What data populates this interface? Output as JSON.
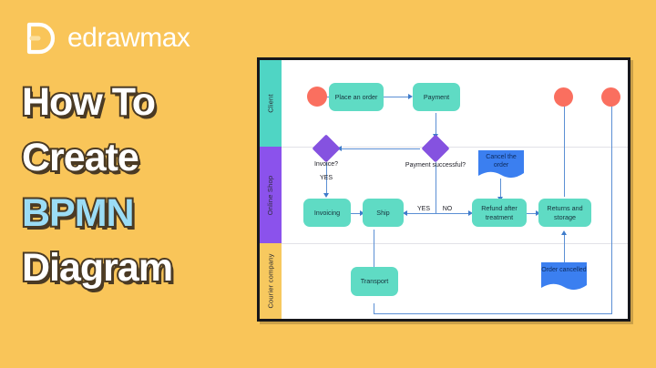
{
  "brand": {
    "name": "edrawmax",
    "logo_icon": "edraw-d-logo-icon",
    "logo_color": "#ffffff"
  },
  "title": {
    "line1": "How To",
    "line2": "Create",
    "line3": "BPMN",
    "line4": "Diagram",
    "accent_color": "#9bdcf5",
    "outline_color": "#4a3a24",
    "background_color": "#f9c559"
  },
  "diagram": {
    "type": "bpmn-swimlane-flowchart",
    "canvas_background": "#ffffff",
    "lanes": [
      {
        "label": "Client",
        "color": "#4fd5c4"
      },
      {
        "label": "Online Shop",
        "color": "#8b52ec"
      },
      {
        "label": "Courier company",
        "color": "#f6c košik"
      }
    ],
    "lane_labels": [
      "Client",
      "Online Shop",
      "Courier company"
    ],
    "lane_colors": [
      "#4fd5c4",
      "#8b52ec",
      "#f7c95f"
    ],
    "nodes": [
      {
        "id": "start",
        "type": "start-event",
        "label": "",
        "lane": "Client",
        "color": "#fa6f5f"
      },
      {
        "id": "place_order",
        "type": "task",
        "label": "Place an order",
        "lane": "Client",
        "color": "#5fdbc4"
      },
      {
        "id": "payment",
        "type": "task",
        "label": "Payment",
        "lane": "Client",
        "color": "#5fdbc4"
      },
      {
        "id": "end1",
        "type": "end-event",
        "label": "",
        "lane": "Client",
        "color": "#fa6f5f"
      },
      {
        "id": "end2",
        "type": "end-event",
        "label": "",
        "lane": "Client",
        "color": "#fa6f5f"
      },
      {
        "id": "gw_invoice",
        "type": "gateway",
        "label": "Invoice?",
        "lane": "Online Shop",
        "color": "#8552e0"
      },
      {
        "id": "gw_payment",
        "type": "gateway",
        "label": "Payment successful?",
        "lane": "Online Shop",
        "color": "#8552e0"
      },
      {
        "id": "invoicing",
        "type": "task",
        "label": "Invoicing",
        "lane": "Online Shop",
        "color": "#5fdbc4"
      },
      {
        "id": "ship",
        "type": "task",
        "label": "Ship",
        "lane": "Online Shop",
        "color": "#5fdbc4"
      },
      {
        "id": "cancel_order",
        "type": "data-object",
        "label": "Cancel the order",
        "lane": "Online Shop",
        "color": "#3b7ff0"
      },
      {
        "id": "refund",
        "type": "task",
        "label": "Refund after treatment",
        "lane": "Online Shop",
        "color": "#5fdbc4"
      },
      {
        "id": "returns",
        "type": "task",
        "label": "Returns and storage",
        "lane": "Online Shop",
        "color": "#5fdbc4"
      },
      {
        "id": "transport",
        "type": "task",
        "label": "Transport",
        "lane": "Courier company",
        "color": "#5fdbc4"
      },
      {
        "id": "order_cancel",
        "type": "data-object",
        "label": "Order cancelled",
        "lane": "Courier company",
        "color": "#3b7ff0"
      }
    ],
    "edge_labels": {
      "invoice_yes": "YES",
      "payment_yes": "YES",
      "payment_no": "NO"
    },
    "connector_color": "#5b8fd4"
  }
}
